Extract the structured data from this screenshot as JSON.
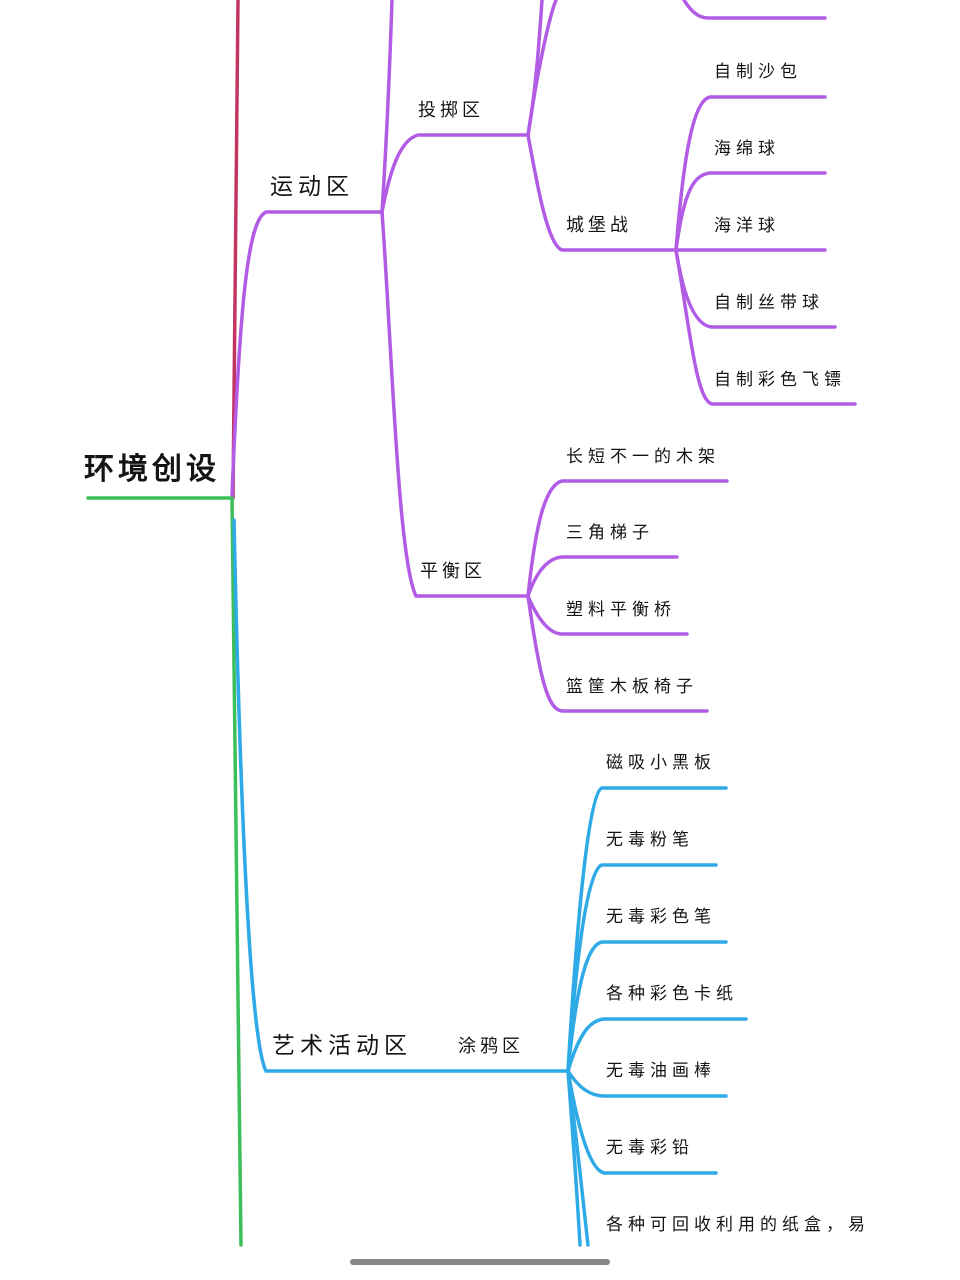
{
  "colors": {
    "root_top_branch": "#c2355f",
    "root_bottom_branch": "#3cbf5a",
    "sports_branch": "#b25ce6",
    "art_branch": "#2eaae6"
  },
  "mindmap": {
    "root": {
      "label": "环境创设"
    },
    "branches": [
      {
        "label": "运动区",
        "children": [
          {
            "label": "投掷区",
            "children": [
              {
                "label": "城堡战",
                "children": [
                  {
                    "label": "自制沙包"
                  },
                  {
                    "label": "海绵球"
                  },
                  {
                    "label": "海洋球"
                  },
                  {
                    "label": "自制丝带球"
                  },
                  {
                    "label": "自制彩色飞镖"
                  }
                ]
              }
            ]
          },
          {
            "label": "平衡区",
            "children": [
              {
                "label": "长短不一的木架"
              },
              {
                "label": "三角梯子"
              },
              {
                "label": "塑料平衡桥"
              },
              {
                "label": "篮筐木板椅子"
              }
            ]
          }
        ]
      },
      {
        "label": "艺术活动区",
        "children": [
          {
            "label": "涂鸦区",
            "children": [
              {
                "label": "磁吸小黑板"
              },
              {
                "label": "无毒粉笔"
              },
              {
                "label": "无毒彩色笔"
              },
              {
                "label": "各种彩色卡纸"
              },
              {
                "label": "无毒油画棒"
              },
              {
                "label": "无毒彩铅"
              },
              {
                "label": "各种可回收利用的纸盒，易"
              }
            ]
          }
        ]
      }
    ]
  }
}
